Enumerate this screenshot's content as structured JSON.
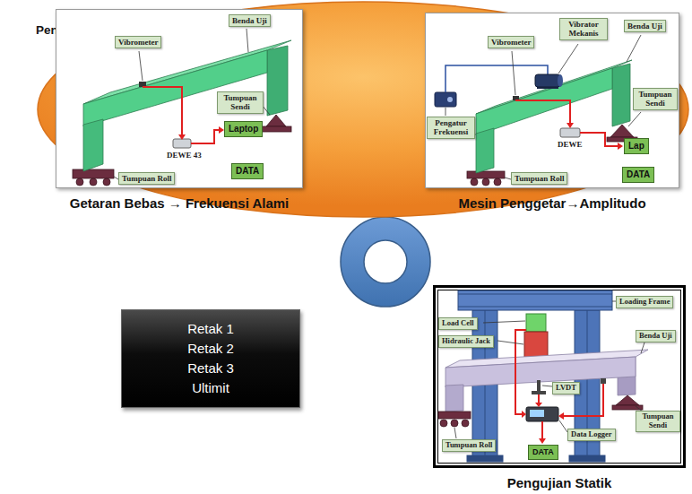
{
  "diagram": {
    "nodes": [
      {
        "text": [
          "Pengujian Dinamik"
        ]
      },
      {
        "text": [
          "Getaran Bebas → Frekuensi Alami"
        ],
        "in": 0
      },
      {
        "text": [
          "Vibrometer"
        ],
        "in": 1
      },
      {
        "text": [
          "Benda Uji"
        ],
        "in": 1
      },
      {
        "text": [
          "Tumpuan Sendi"
        ],
        "in": 1
      },
      {
        "text": [
          "Laptop"
        ],
        "in": 1
      },
      {
        "text": [
          "DATA"
        ],
        "in": 1
      },
      {
        "text": [
          "Tumpuan Roll"
        ],
        "in": 1
      },
      {
        "text": [
          "Mesin Penggetar→Amplitudo"
        ],
        "in": 0
      },
      {
        "text": [
          "Vibrometer"
        ],
        "in": 8
      },
      {
        "text": [
          "Vibrator Mekanis"
        ],
        "in": 8
      },
      {
        "text": [
          "Benda Uji"
        ],
        "in": 8
      },
      {
        "text": [
          "Tumpuan Sendi"
        ],
        "in": 8
      },
      {
        "text": [
          "Pengatur Frekuensi"
        ],
        "in": 8
      },
      {
        "text": [
          "Lap"
        ],
        "in": 8
      },
      {
        "text": [
          "DATA"
        ],
        "in": 8
      },
      {
        "text": [
          "Tumpuan Roll"
        ],
        "in": 8
      },
      {
        "text": [
          "Pengujian Statik"
        ]
      },
      {
        "text": [
          "Loading Frame"
        ],
        "in": 17
      },
      {
        "text": [
          "Load Cell"
        ],
        "in": 17
      },
      {
        "text": [
          "Hidraulic Jack"
        ],
        "in": 17
      },
      {
        "text": [
          "Benda Uji"
        ],
        "in": 17
      },
      {
        "text": [
          "LVDT"
        ],
        "in": 17
      },
      {
        "text": [
          "Tumpuan Sendi"
        ],
        "in": 17
      },
      {
        "text": [
          "Tumpuan Roll"
        ],
        "in": 17
      },
      {
        "text": [
          "Data Logger"
        ],
        "in": 17
      },
      {
        "text": [
          "DATA"
        ],
        "in": 17
      },
      {
        "text": [
          "Retak 1",
          "Retak 2",
          "Retak 3",
          "Ultimit"
        ]
      }
    ],
    "edges": [
      {
        "from": 1,
        "to": 8,
        "arrow": "to"
      },
      {
        "from": 8,
        "to": 17,
        "arrow": "to"
      },
      {
        "from": 17,
        "to": 27,
        "arrow": "to"
      },
      {
        "from": 27,
        "to": 1,
        "arrow": "to"
      },
      {
        "from": 5,
        "to": 6,
        "arrow": "to"
      },
      {
        "from": 14,
        "to": 15,
        "arrow": "to"
      }
    ],
    "labels": [
      "DEWE 43",
      "DEWE"
    ]
  }
}
